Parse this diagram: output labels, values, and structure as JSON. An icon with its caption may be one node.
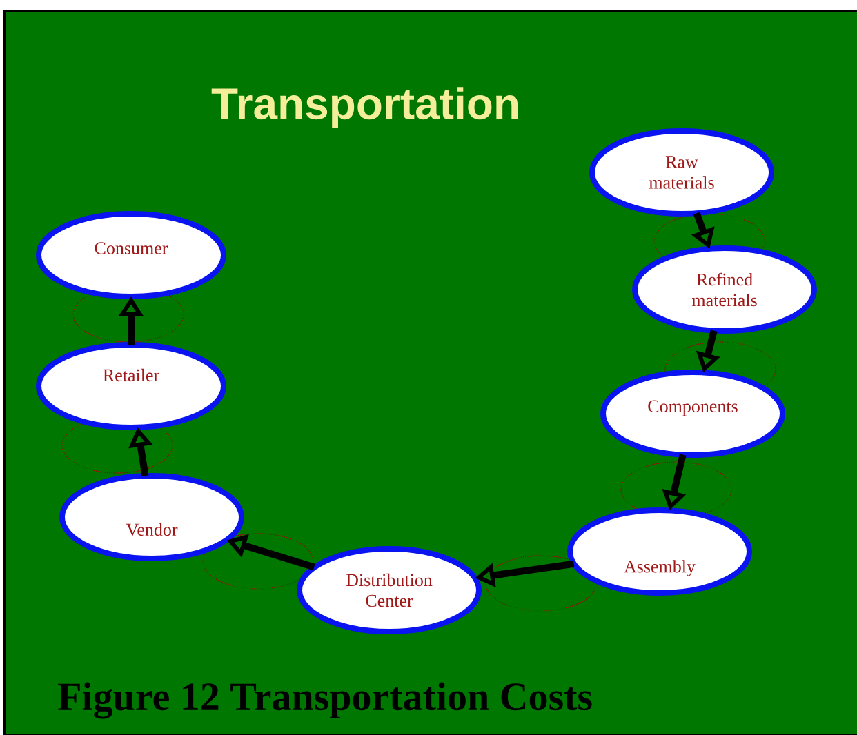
{
  "diagram": {
    "title": "Transportation",
    "caption": "Figure 12 Transportation Costs",
    "nodes": [
      {
        "text": [
          "Raw materials"
        ]
      },
      {
        "text": [
          "Refined materials"
        ]
      },
      {
        "text": [
          "Components"
        ]
      },
      {
        "text": [
          "Assembly"
        ]
      },
      {
        "text": [
          "Distribution Center"
        ]
      },
      {
        "text": [
          "Vendor"
        ]
      },
      {
        "text": [
          "Retailer"
        ]
      },
      {
        "text": [
          "Consumer"
        ]
      }
    ],
    "edges": [
      {
        "from": 0,
        "to": 1,
        "arrow": "to"
      },
      {
        "from": 1,
        "to": 2,
        "arrow": "to"
      },
      {
        "from": 2,
        "to": 3,
        "arrow": "to"
      },
      {
        "from": 3,
        "to": 4,
        "arrow": "to"
      },
      {
        "from": 4,
        "to": 5,
        "arrow": "to"
      },
      {
        "from": 5,
        "to": 6,
        "arrow": "to"
      },
      {
        "from": 6,
        "to": 7,
        "arrow": "to"
      }
    ]
  }
}
